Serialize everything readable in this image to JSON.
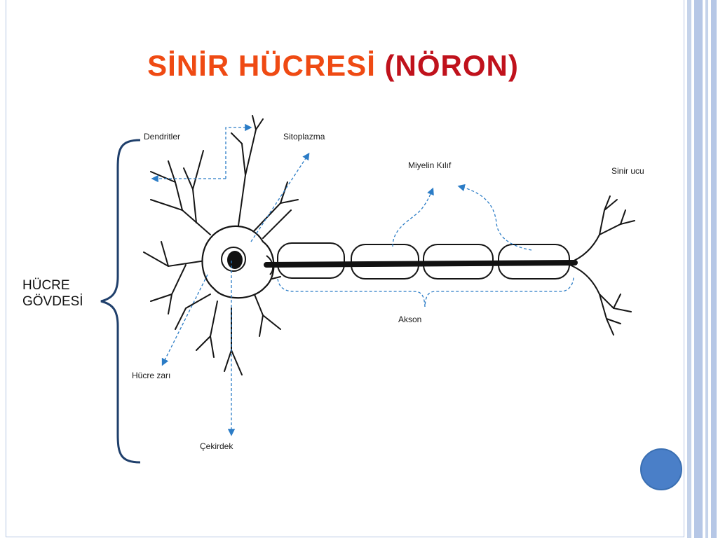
{
  "title": {
    "part1": "SİNİR HÜCRESİ",
    "part2": "(NÖRON)"
  },
  "side_label": {
    "line1": "HÜCRE",
    "line2": "GÖVDESİ"
  },
  "labels": {
    "dendritler": "Dendritler",
    "sitoplazma": "Sitoplazma",
    "miyelin": "Miyelin Kılıf",
    "sinir_ucu": "Sinir ucu",
    "akson": "Akson",
    "hucre_zari": "Hücre zarı",
    "cekirdek": "Çekirdek"
  },
  "colors": {
    "title_primary": "#ef4a13",
    "title_secondary": "#c0121c",
    "arrow": "#2b7cc6",
    "accent": "#4a7fc8"
  }
}
